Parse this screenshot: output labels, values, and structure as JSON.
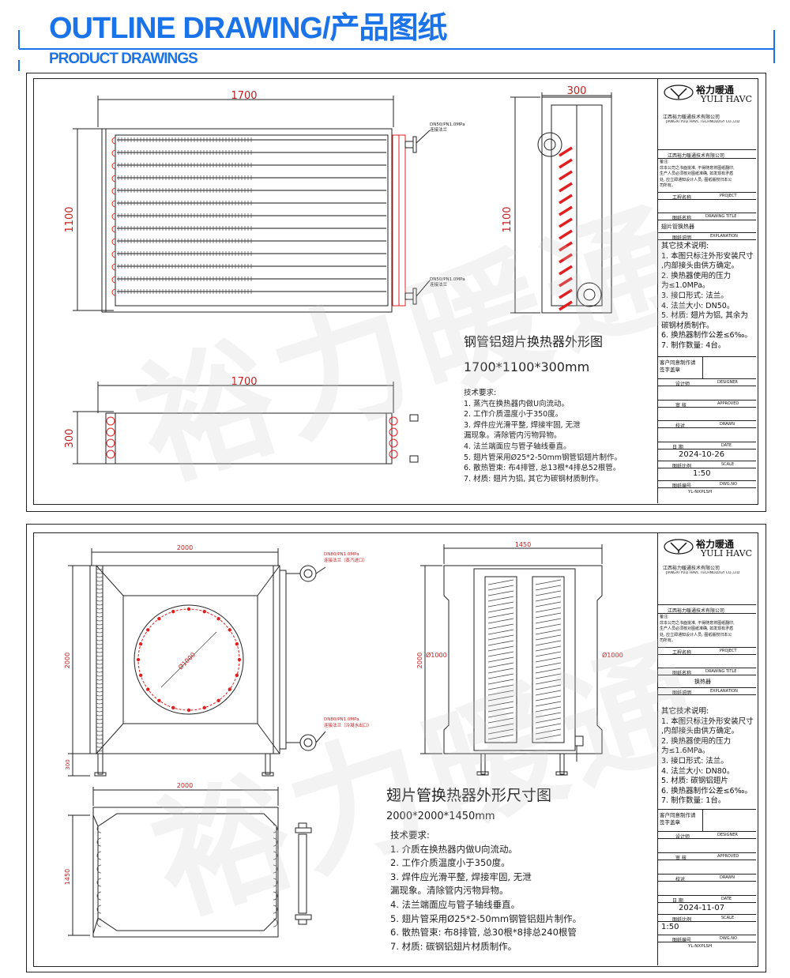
{
  "header": {
    "title": "OUTLINE DRAWING/产品图纸",
    "subtitle": "PRODUCT DRAWINGS"
  },
  "colors": {
    "accent": "#1a73e8",
    "line": "#222222",
    "tube_red": "#e02020"
  },
  "watermark": "裕力暖通",
  "sheet1": {
    "dims": {
      "width": "1700",
      "height": "1100",
      "depth": "300",
      "bottom_width": "1700",
      "bottom_depth": "300"
    },
    "flange_label_top": "DN50/PN1.0MPa",
    "flange_label_top2": "连接法兰",
    "flange_label_bottom": "DN50/PN1.0MPa",
    "flange_label_bottom2": "连接法兰",
    "drawing_title": "钢管铝翅片换热器外形图",
    "drawing_size": "1700*1100*300mm",
    "tech_title": "技术要求:",
    "tech_items": [
      "1. 蒸汽在换热器内做U向流动。",
      "2. 工作介质温度小于350度。",
      "3. 焊件应光滑平整, 焊接牢固, 无泄",
      "   漏现象。清除管内污物异物。",
      "4. 法兰端面应与管子轴线垂直。",
      "5. 翅片管采用Ø25*2-50mm钢管铝翅片制作。",
      "6. 散热管束: 布4排管, 总13根*4排总52根管。",
      "7. 材质: 翅片为铝, 其它为碳钢材质制作。"
    ],
    "title_block": {
      "logo_cn": "裕力暖通",
      "logo_en": "YULI HAVC",
      "company_cn": "江西裕力暖通技术有限公司",
      "company_en": "JIANGXI YULI HAVC TECHNOLOGY CO.,LTD",
      "company_cn2": "江西裕力暖通技术有限公司",
      "notice": [
        "备注:",
        "非本公司之书面批准, 不得随意将图纸翻印,",
        "生产人员必须核对图纸准确, 如发现有矛盾",
        "处, 应立即通知设计人员, 图纸版权归本公",
        "司所有。"
      ],
      "project_label": "工程名称",
      "project_en": "PROJECT",
      "drawing_name_label": "图纸名称",
      "drawing_name_en": "DRAWING TITLE",
      "drawing_name_value": "翅片管换热器",
      "explanation_label": "图纸说明",
      "explanation_en": "EXPLANATION",
      "notes": [
        "其它技术说明:",
        "1. 本图只标注外形安装尺寸",
        "   ,内部接头由供方确定。",
        "2. 换热器使用的压力",
        "   为≤1.0MPa。",
        "3. 接口形式: 法兰。",
        "4. 法兰大小: DN50。",
        "5. 材质: 翅片为铝, 其余为",
        "   碳钢材质制作。",
        "6. 换热器制作公差≤6‰。",
        "7. 制作数量: 4台。"
      ],
      "client_label": "客户同意制作请",
      "client_label2": "签字盖章",
      "designer_label": "设计师",
      "designer_en": "DESIGNER",
      "approved_label": "审 核",
      "approved_en": "APPROVED",
      "drawn_label": "校对",
      "drawn_en": "DRAWN",
      "date_label": "日 期",
      "date_en": "DATE",
      "date_value": "2024-10-26",
      "scale_label": "图纸比例",
      "scale_en": "SCALE",
      "scale_value": "1:50",
      "dwgno_label": "图纸编号",
      "dwgno_en": "DWG.NO",
      "dwgno_value": "YL-NXPLSH"
    }
  },
  "sheet2": {
    "dims": {
      "width": "2000",
      "height": "2000",
      "leg": "300",
      "side_width": "1450",
      "bottom_width": "2000",
      "bottom_depth": "1450",
      "circle": "Ø1000",
      "side_left": "Ø1000",
      "side_right": "Ø1000"
    },
    "flange_label_top": "DN80/PN1.0MPa",
    "flange_label_top2": "连接法兰（蒸汽进口）",
    "flange_label_bottom": "DN80/PN1.0MPa",
    "flange_label_bottom2": "连接法兰（冷凝水出口）",
    "drawing_title": "翅片管换热器外形尺寸图",
    "drawing_size": "2000*2000*1450mm",
    "tech_title": "技术要求:",
    "tech_items": [
      "1. 介质在换热器内做U向流动。",
      "2. 工作介质温度小于350度。",
      "3. 焊件应光滑平整, 焊接牢固, 无泄",
      "   漏现象。清除管内污物异物。",
      "4. 法兰端面应与管子轴线垂直。",
      "5. 翅片管采用Ø25*2-50mm钢管铝翅片制作。",
      "6. 散热管束: 布8排管, 总30根*8排总240根管",
      "7. 材质: 碳钢铝翅片材质制作。"
    ],
    "title_block": {
      "logo_cn": "裕力暖通",
      "logo_en": "YULI HAVC",
      "company_cn": "江西裕力暖通技术有限公司",
      "company_en": "JIANGXI YULI HAVC TECHNOLOGY CO.,LTD",
      "company_cn2": "江西裕力暖通技术有限公司",
      "notice": [
        "备注:",
        "非本公司之书面批准, 不得随意将图纸翻印,",
        "生产人员必须核对图纸准确, 如发现有矛盾",
        "处, 应立即通知设计人员, 图纸版权归本公",
        "司所有。"
      ],
      "project_label": "工程名称",
      "project_en": "PROJECT",
      "drawing_name_label": "图纸名称",
      "drawing_name_en": "DRAWING TITLE",
      "drawing_name_value": "换热器",
      "explanation_label": "图纸说明",
      "explanation_en": "EXPLANATION",
      "notes": [
        "其它技术说明:",
        "1. 本图只标注外形安装尺寸",
        "   ,内部接头由供方确定。",
        "2. 换热器使用的压力",
        "   为≤1.6MPa。",
        "3. 接口形式: 法兰。",
        "4. 法兰大小: DN80。",
        "5. 材质: 碳钢铝翅片",
        "6. 换热器制作公差≤6‰。",
        "7. 制作数量: 1台。"
      ],
      "client_label": "客户同意制作请",
      "client_label2": "签字盖章",
      "designer_label": "设计师",
      "designer_en": "DESIGNER",
      "approved_label": "审 核",
      "approved_en": "APPROVED",
      "drawn_label": "校对",
      "drawn_en": "DRAWN",
      "date_label": "日 期",
      "date_en": "DATE",
      "date_value": "2024-11-07",
      "scale_label": "图纸比例",
      "scale_en": "SCALE",
      "scale_value": "1:50",
      "dwgno_label": "图纸编号",
      "dwgno_en": "DWG.NO",
      "dwgno_value": "YL-NXPLSH"
    }
  }
}
